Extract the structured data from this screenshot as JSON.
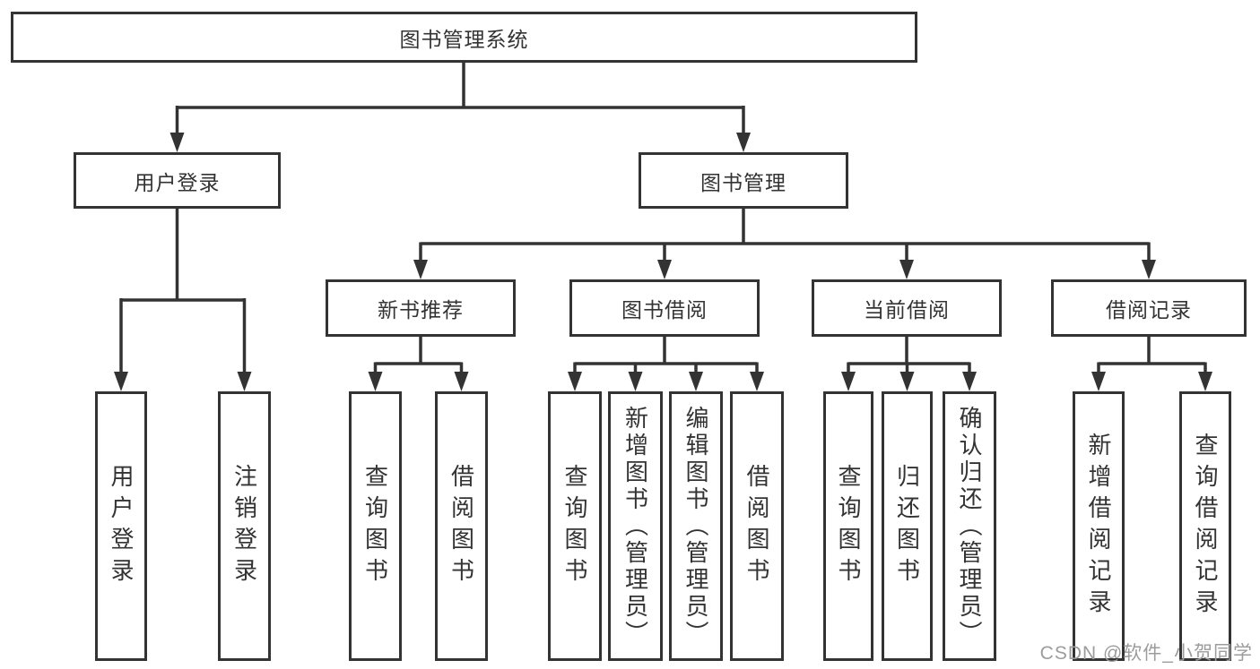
{
  "tree": {
    "root": {
      "label": "图书管理系统"
    },
    "user_login": {
      "label": "用户登录",
      "children": [
        {
          "label": "用户登录"
        },
        {
          "label": "注销登录"
        }
      ]
    },
    "book_mgmt": {
      "label": "图书管理",
      "children": [
        {
          "label": "新书推荐",
          "children": [
            {
              "label": "查询图书"
            },
            {
              "label": "借阅图书"
            }
          ]
        },
        {
          "label": "图书借阅",
          "children": [
            {
              "label": "查询图书"
            },
            {
              "label": "新增图书（管理员）"
            },
            {
              "label": "编辑图书（管理员）"
            },
            {
              "label": "借阅图书"
            }
          ]
        },
        {
          "label": "当前借阅",
          "children": [
            {
              "label": "查询图书"
            },
            {
              "label": "归还图书"
            },
            {
              "label": "确认归还（管理员）"
            }
          ]
        },
        {
          "label": "借阅记录",
          "children": [
            {
              "label": "新增借阅记录"
            },
            {
              "label": "查询借阅记录"
            }
          ]
        }
      ]
    }
  },
  "watermark": {
    "text": "CSDN @软件_小贺同学"
  },
  "colors": {
    "line": "#333333",
    "text": "#333333",
    "box_background": "#ffffff",
    "watermark": "#9c9c9c",
    "background": "#ffffff"
  }
}
